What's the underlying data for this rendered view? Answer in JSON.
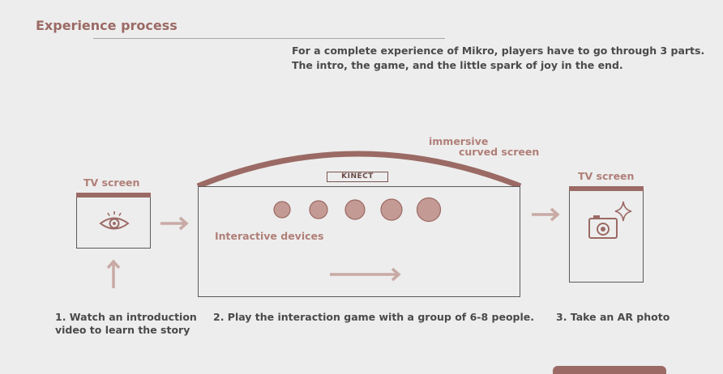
{
  "header": {
    "title": "Experience process",
    "intro_line1": "For a complete experience of Mikro, players have to go through 3 parts.",
    "intro_line2": "The intro, the game, and the little spark of joy in the end."
  },
  "stage1": {
    "screen_label": "TV screen",
    "icon": "eye-icon",
    "caption_line1": "1. Watch an introduction",
    "caption_line2": "video to learn the story"
  },
  "stage2": {
    "curved_label_line1": "immersive",
    "curved_label_line2": "curved  screen",
    "kinect_label": "KINECT",
    "devices_label": "Interactive devices",
    "caption": "2. Play the interaction game with a group of 6-8 people."
  },
  "stage3": {
    "screen_label": "TV screen",
    "icon": "camera-sparkle-icon",
    "caption": "3. Take an AR photo"
  },
  "colors": {
    "accent": "#9b6a64",
    "accent_light": "#c49a94",
    "device_fill": "#c49a94",
    "device_stroke": "#9b6a64",
    "text_dark": "#4a4a4a",
    "arrow": "#c8aaa5"
  }
}
